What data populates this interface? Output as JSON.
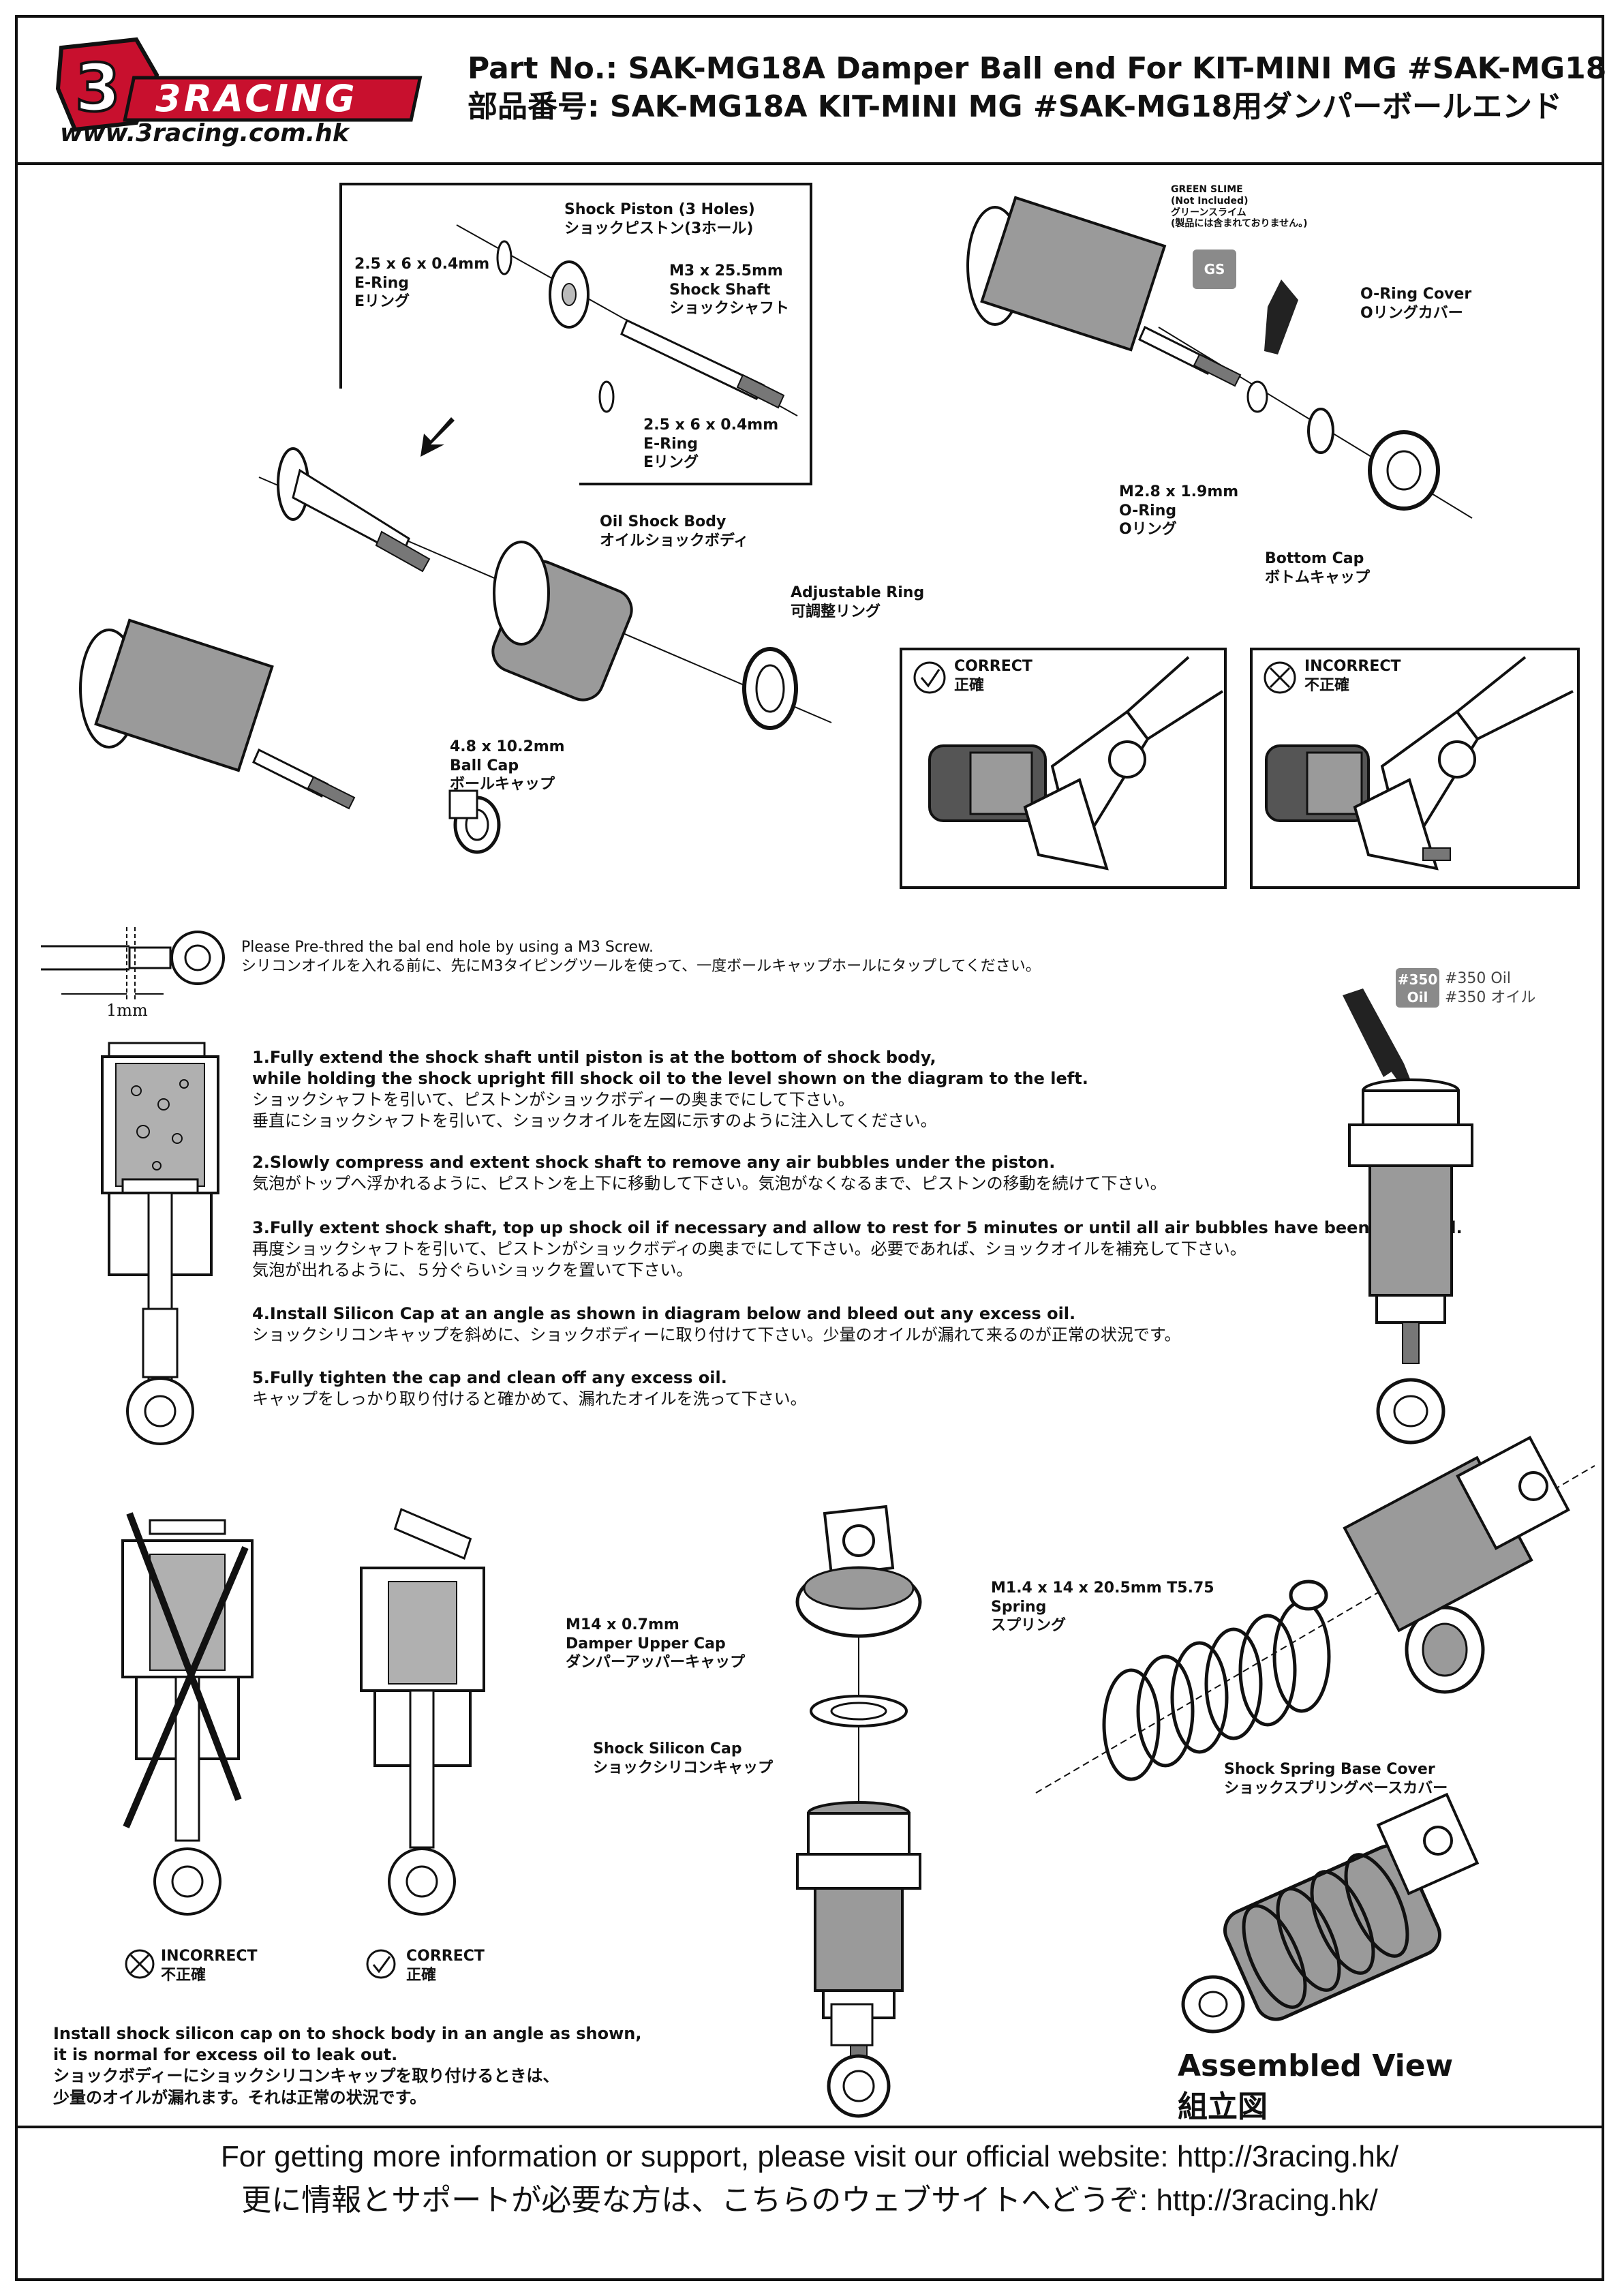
{
  "header": {
    "logo_text": "3RACING",
    "website": "www.3racing.com.hk",
    "title_en": "Part No.: SAK-MG18A  Damper Ball end For KIT-MINI MG #SAK-MG18",
    "title_jp": "部品番号: SAK-MG18A  KIT-MINI MG #SAK-MG18用ダンパーボールエンド"
  },
  "parts": {
    "shock_piston": "Shock Piston (3 Holes)\nショックピストン(3ホール)",
    "eclip_top": "2.5 x 6 x 0.4mm\nE-Ring\nEリング",
    "shock_shaft": "M3 x 25.5mm\nShock Shaft\nショックシャフト",
    "eclip_bottom": "2.5 x 6 x 0.4mm\nE-Ring\nEリング",
    "oil_shock_body": "Oil Shock Body\nオイルショックボディ",
    "adjustable_ring": "Adjustable Ring\n可調整リング",
    "ball_cap": "4.8 x 10.2mm\nBall Cap\nボールキャップ",
    "green_slime": "GREEN SLIME\n(Not Included)\nグリーンスライム\n(製品には含まれておりません。)",
    "gs_badge": "GS",
    "oring_cover": "O-Ring Cover\nOリングカバー",
    "oring": "M2.8 x 1.9mm\nO-Ring\nOリング",
    "bottom_cap": "Bottom Cap\nボトムキャップ",
    "correct": "CORRECT\n正確",
    "incorrect": "INCORRECT\n不正確",
    "pre_thread": "Please Pre-thred the bal end hole by using a M3 Screw.\nシリコンオイルを入れる前に、先にM3タイピングツールを使って、一度ボールキャップホールにタップしてください。",
    "dimension_1mm": "1mm",
    "oil_badge": "#350\nOil",
    "oil_label": "#350 Oil\n#350 オイル",
    "upper_cap": "M14 x 0.7mm\nDamper Upper Cap\nダンパーアッパーキャップ",
    "silicon_cap": "Shock Silicon Cap\nショックシリコンキャップ",
    "spring": "M1.4 x 14 x 20.5mm T5.75\nSpring\nスプリング",
    "spring_base": "Shock Spring Base Cover\nショックスプリングベースカバー",
    "assembled_en": "Assembled View",
    "assembled_jp": "組立図"
  },
  "steps": [
    {
      "en": "1.Fully extend the shock shaft until piston is at the bottom of shock body,\nwhile holding the shock upright fill shock oil to the level shown on the diagram to the left.",
      "jp": "ショックシャフトを引いて、ピストンがショックボディーの奥までにして下さい。\n垂直にショックシャフトを引いて、ショックオイルを左図に示すのように注入してください。"
    },
    {
      "en": "2.Slowly compress and extent shock shaft to remove any air bubbles under the piston.",
      "jp": "気泡がトップへ浮かれるように、ピストンを上下に移動して下さい。気泡がなくなるまで、ピストンの移動を続けて下さい。"
    },
    {
      "en": "3.Fully extent shock shaft, top up shock oil if necessary and allow to rest for 5 minutes or until all air bubbles have been removed.",
      "jp": "再度ショックシャフトを引いて、ピストンがショックボディの奥までにして下さい。必要であれば、ショックオイルを補充して下さい。\n気泡が出れるように、５分ぐらいショックを置いて下さい。"
    },
    {
      "en": "4.Install Silicon Cap at an angle as shown in diagram below and bleed out any excess oil.",
      "jp": "ショックシリコンキャップを斜めに、ショックボディーに取り付けて下さい。少量のオイルが漏れて来るのが正常の状況です。"
    },
    {
      "en": "5.Fully tighten the cap and clean off any excess oil.",
      "jp": "キャップをしっかり取り付けると確かめて、漏れたオイルを洗って下さい。"
    }
  ],
  "install_note": "Install shock silicon cap on to shock body in an angle as shown,\nit is normal for excess oil to leak out.\nショックボディーにショックシリコンキャップを取り付けるときは、\n少量のオイルが漏れます。それは正常の状況です。",
  "footer": {
    "en": "For getting more information or support, please visit our official website: http://3racing.hk/",
    "jp": "更に情報とサポートが必要な方は、こちらのウェブサイトへどうぞ: http://3racing.hk/"
  },
  "colors": {
    "accent_red": "#c8102e",
    "gray_part": "#9a9a9a",
    "ink": "#111111"
  }
}
